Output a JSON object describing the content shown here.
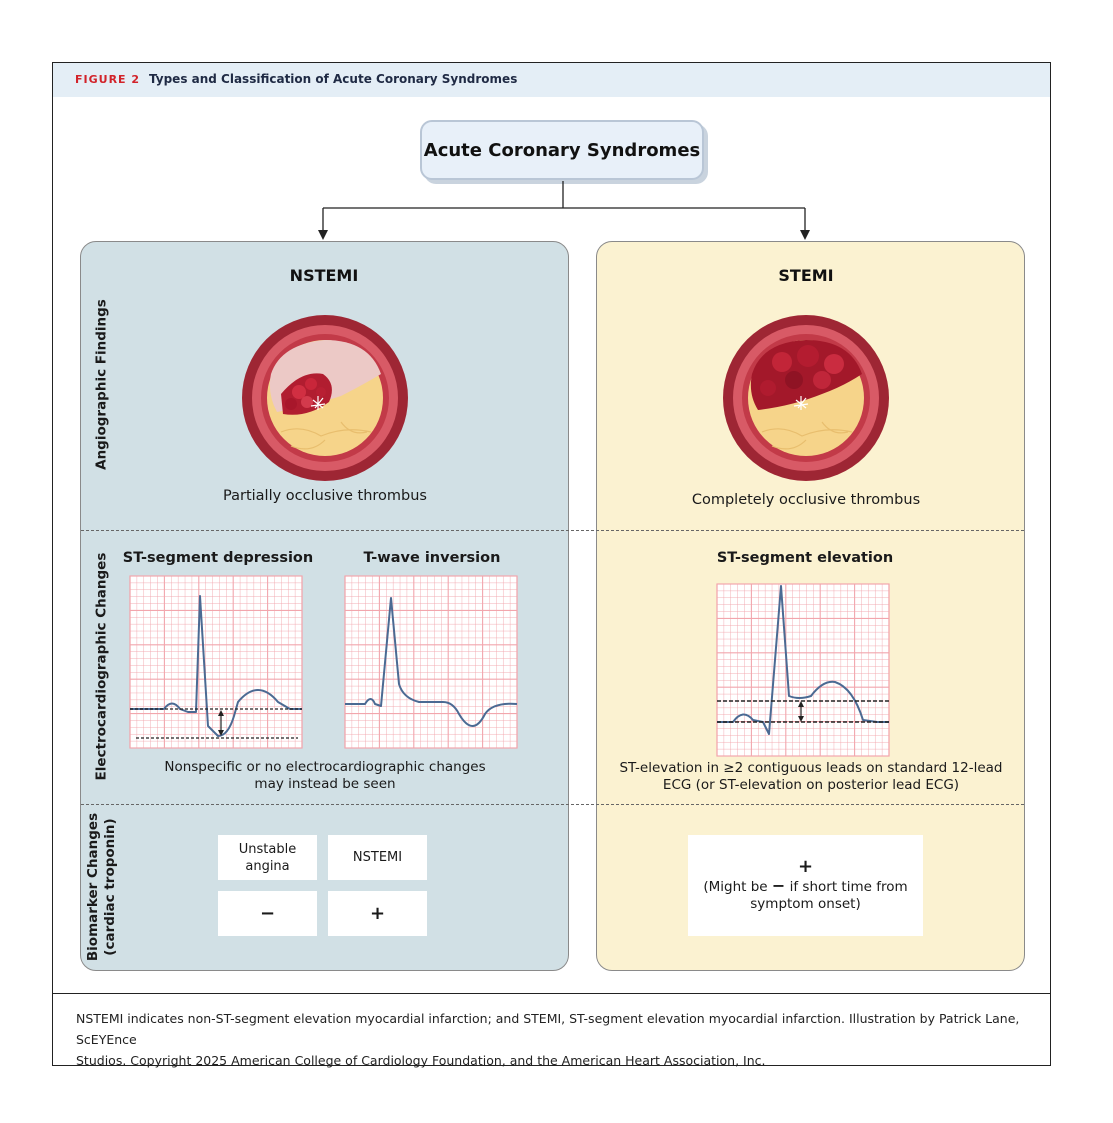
{
  "figure": {
    "number": "FIGURE 2",
    "title": "Types and Classification of Acute Coronary Syndromes"
  },
  "root": {
    "label": "Acute Coronary Syndromes"
  },
  "row_labels": {
    "angiographic": "Angiographic Findings",
    "electrocardiographic": "Electrocardiographic Changes",
    "biomarker_line1": "Biomarker Changes",
    "biomarker_line2": "(cardiac troponin)"
  },
  "nstemi": {
    "title": "NSTEMI",
    "angiography_caption": "Partially occlusive thrombus",
    "ecg_left_title": "ST-segment depression",
    "ecg_right_title": "T-wave inversion",
    "ecg_note_line1": "Nonspecific or no electrocardiographic changes",
    "ecg_note_line2": "may instead be seen",
    "biomarker": {
      "col1_header_line1": "Unstable",
      "col1_header_line2": "angina",
      "col2_header": "NSTEMI",
      "col1_value": "−",
      "col2_value": "+"
    }
  },
  "stemi": {
    "title": "STEMI",
    "angiography_caption": "Completely occlusive thrombus",
    "ecg_title": "ST-segment elevation",
    "ecg_note_line1": "ST-elevation in ≥2 contiguous leads on standard 12-lead",
    "ecg_note_line2": "ECG (or ST-elevation on posterior lead ECG)",
    "biomarker": {
      "value": "+",
      "note_prefix": "(Might be",
      "note_minus": "−",
      "note_suffix": "if short time from",
      "note_line2": "symptom onset)"
    }
  },
  "caption": {
    "line1": "NSTEMI indicates non-ST-segment elevation myocardial infarction; and STEMI, ST-segment elevation myocardial infarction. Illustration by Patrick Lane, ScEYEnce",
    "line2": "Studios. Copyright 2025 American College of Cardiology Foundation, and the American Heart Association, Inc."
  },
  "colors": {
    "header_bg": "#e4eef6",
    "figure_number": "#d2232a",
    "nstemi_panel": "#d1e0e5",
    "stemi_panel": "#fbf2d1",
    "ecg_grid": "#f2a6ad",
    "ecg_trace": "#4b6a93",
    "vessel_wall": "#b8333f",
    "plaque": "#f7d68a",
    "thrombus": "#b01c2e"
  }
}
